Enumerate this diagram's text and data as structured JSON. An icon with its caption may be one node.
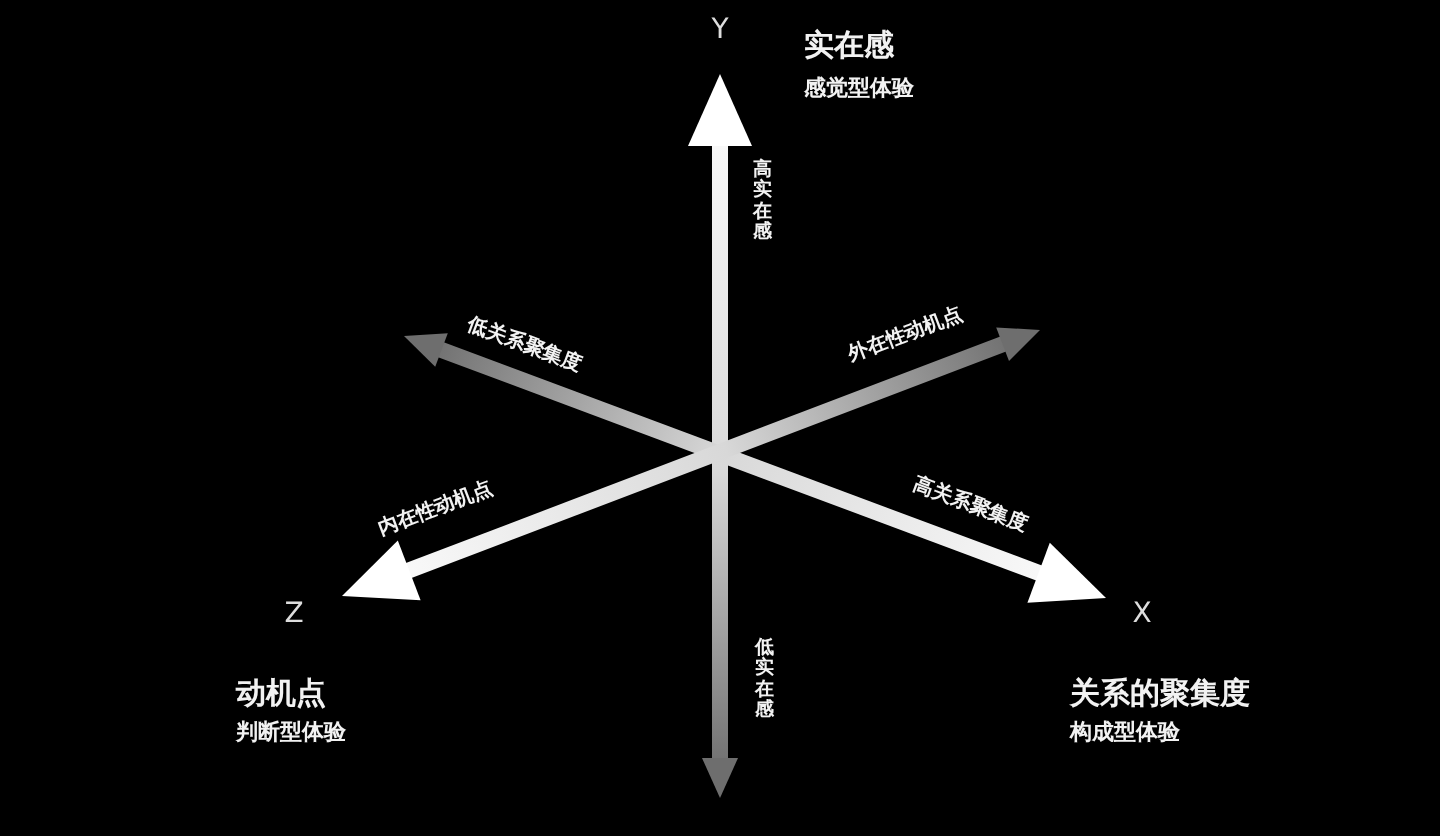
{
  "diagram": {
    "labels": [
      "Y",
      "实在感",
      "感觉型体验",
      "高实在感",
      "低关系聚集度",
      "外在性动机点",
      "内在性动机点",
      "高关系聚集度",
      "Z",
      "X",
      "动机点",
      "判断型体验",
      "低实在感",
      "关系的聚集度",
      "构成型体验"
    ]
  }
}
